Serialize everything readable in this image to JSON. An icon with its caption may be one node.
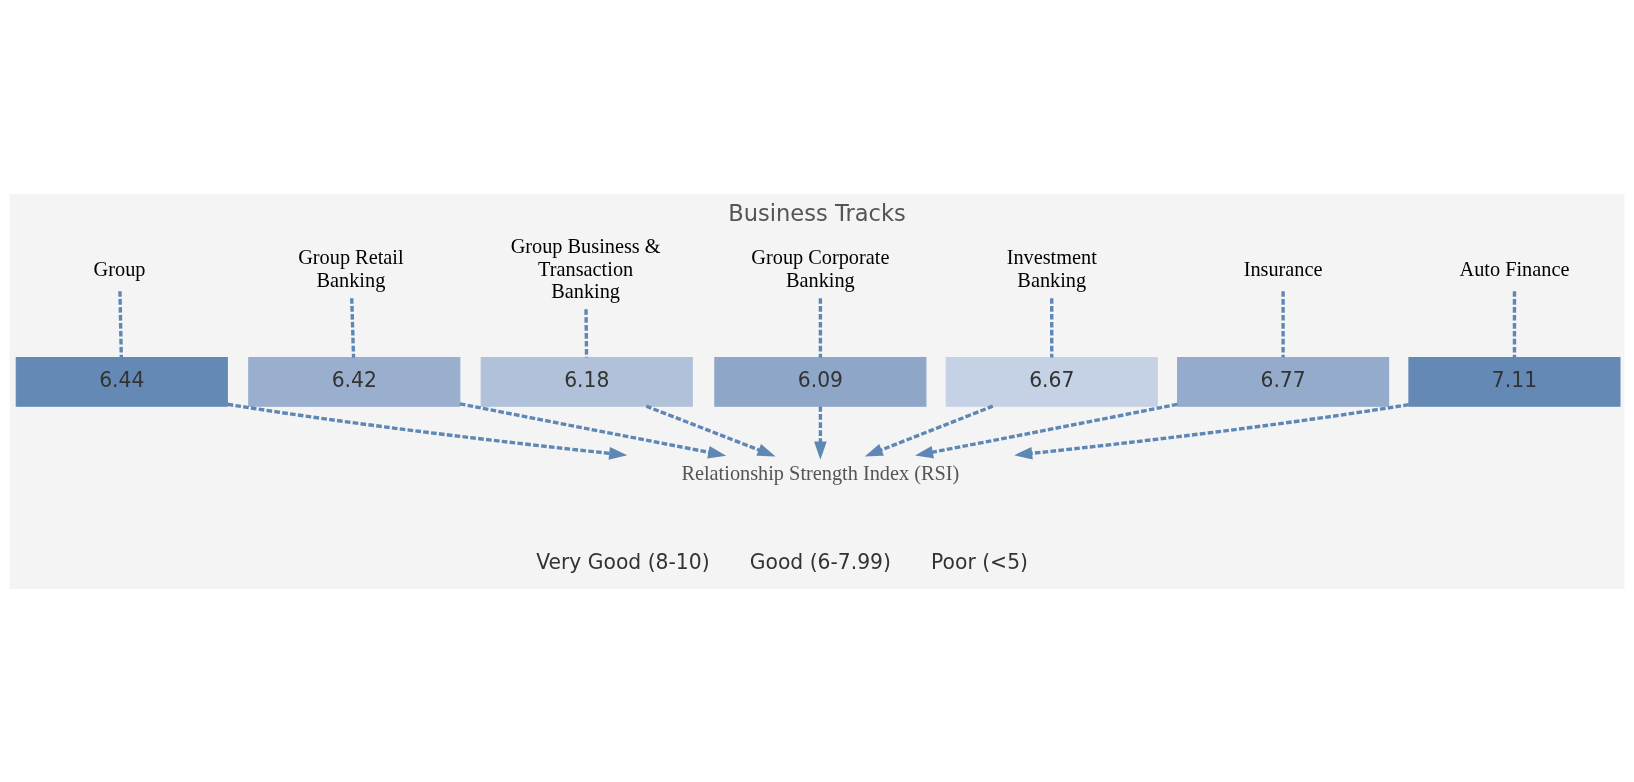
{
  "diagram": {
    "title": "Business Tracks",
    "nodes": [
      {
        "text": [
          "Group"
        ]
      },
      {
        "text": [
          "Group Retail Banking"
        ]
      },
      {
        "text": [
          "Group Business & Transaction Banking"
        ]
      },
      {
        "text": [
          "Group Corporate Banking"
        ]
      },
      {
        "text": [
          "Investment Banking"
        ]
      },
      {
        "text": [
          "Insurance"
        ]
      },
      {
        "text": [
          "Auto Finance"
        ]
      },
      {
        "text": [
          "6.44"
        ]
      },
      {
        "text": [
          "6.42"
        ]
      },
      {
        "text": [
          "6.18"
        ]
      },
      {
        "text": [
          "6.09"
        ]
      },
      {
        "text": [
          "6.67"
        ]
      },
      {
        "text": [
          "6.77"
        ]
      },
      {
        "text": [
          "7.11"
        ]
      },
      {
        "text": [
          "Relationship Strength Index (RSI)"
        ]
      }
    ],
    "edges": [
      {
        "from": 0,
        "to": 7,
        "arrow": "none",
        "style": "dashed"
      },
      {
        "from": 1,
        "to": 8,
        "arrow": "none",
        "style": "dashed"
      },
      {
        "from": 2,
        "to": 9,
        "arrow": "none",
        "style": "dashed"
      },
      {
        "from": 3,
        "to": 10,
        "arrow": "none",
        "style": "dashed"
      },
      {
        "from": 4,
        "to": 11,
        "arrow": "none",
        "style": "dashed"
      },
      {
        "from": 5,
        "to": 12,
        "arrow": "none",
        "style": "dashed"
      },
      {
        "from": 6,
        "to": 13,
        "arrow": "none",
        "style": "dashed"
      },
      {
        "from": 7,
        "to": 14,
        "arrow": "to",
        "style": "dashed"
      },
      {
        "from": 8,
        "to": 14,
        "arrow": "to",
        "style": "dashed"
      },
      {
        "from": 9,
        "to": 14,
        "arrow": "to",
        "style": "dashed"
      },
      {
        "from": 10,
        "to": 14,
        "arrow": "to",
        "style": "dashed"
      },
      {
        "from": 11,
        "to": 14,
        "arrow": "to",
        "style": "dashed"
      },
      {
        "from": 12,
        "to": 14,
        "arrow": "to",
        "style": "dashed"
      },
      {
        "from": 13,
        "to": 14,
        "arrow": "to",
        "style": "dashed"
      }
    ],
    "labels": [
      "Very Good (8-10)",
      "Good (6-7.99)",
      "Poor (<5)"
    ]
  }
}
